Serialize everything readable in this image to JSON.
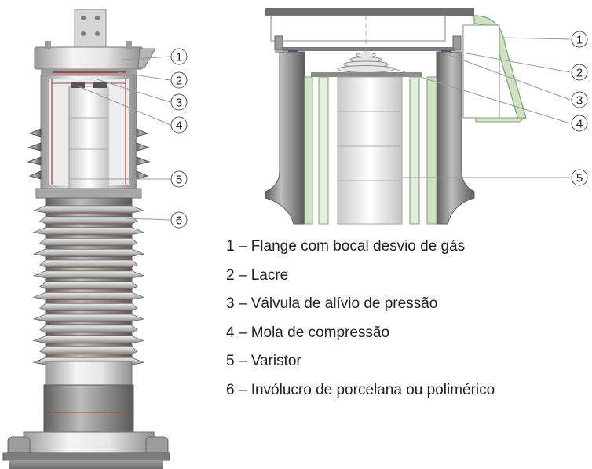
{
  "callouts": {
    "left": [
      "1",
      "2",
      "3",
      "4",
      "5",
      "6"
    ],
    "right": [
      "1",
      "2",
      "3",
      "4",
      "5"
    ]
  },
  "legend": [
    {
      "number": "1",
      "text": "1 – Flange com bocal desvio de gás"
    },
    {
      "number": "2",
      "text": "2 – Lacre"
    },
    {
      "number": "3",
      "text": "3 – Válvula de alívio de pressão"
    },
    {
      "number": "4",
      "text": "4 – Mola de compressão"
    },
    {
      "number": "5",
      "text": "5 – Varistor"
    },
    {
      "number": "6",
      "text": "6 – Invólucro de porcelana ou polimérico"
    }
  ],
  "colors": {
    "porcelain": "#c9c9c9",
    "porcelain_dark": "#8d8d8d",
    "red_line": "#b5403a",
    "green_lining": "#cfe0c3",
    "green_outline": "#7aa86b",
    "navy_seal": "#3a4f8a",
    "metal": "#a9a9a9",
    "text": "#222222"
  }
}
